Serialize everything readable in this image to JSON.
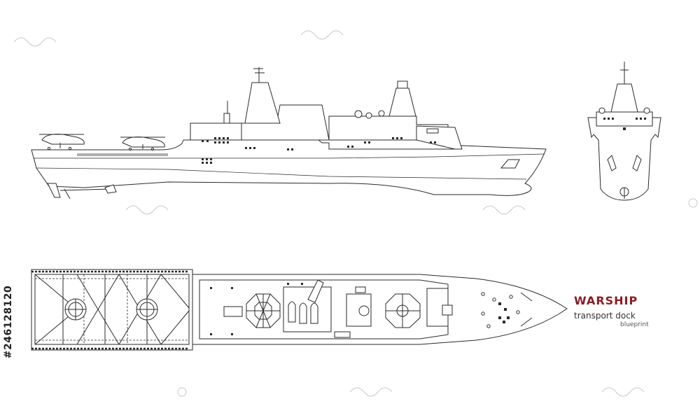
{
  "colors": {
    "line": "#2a2a2a",
    "title": "#8b1d24",
    "background": "#ffffff",
    "watermark": "#c9c9c9"
  },
  "labels": {
    "title": "WARSHIP",
    "subtitle": "transport dock",
    "caption": "blueprint"
  },
  "stock": {
    "id": "#246128120"
  },
  "views": [
    "side-view",
    "front-view",
    "top-view"
  ],
  "watermark_icon": "stock-watermark-icon"
}
